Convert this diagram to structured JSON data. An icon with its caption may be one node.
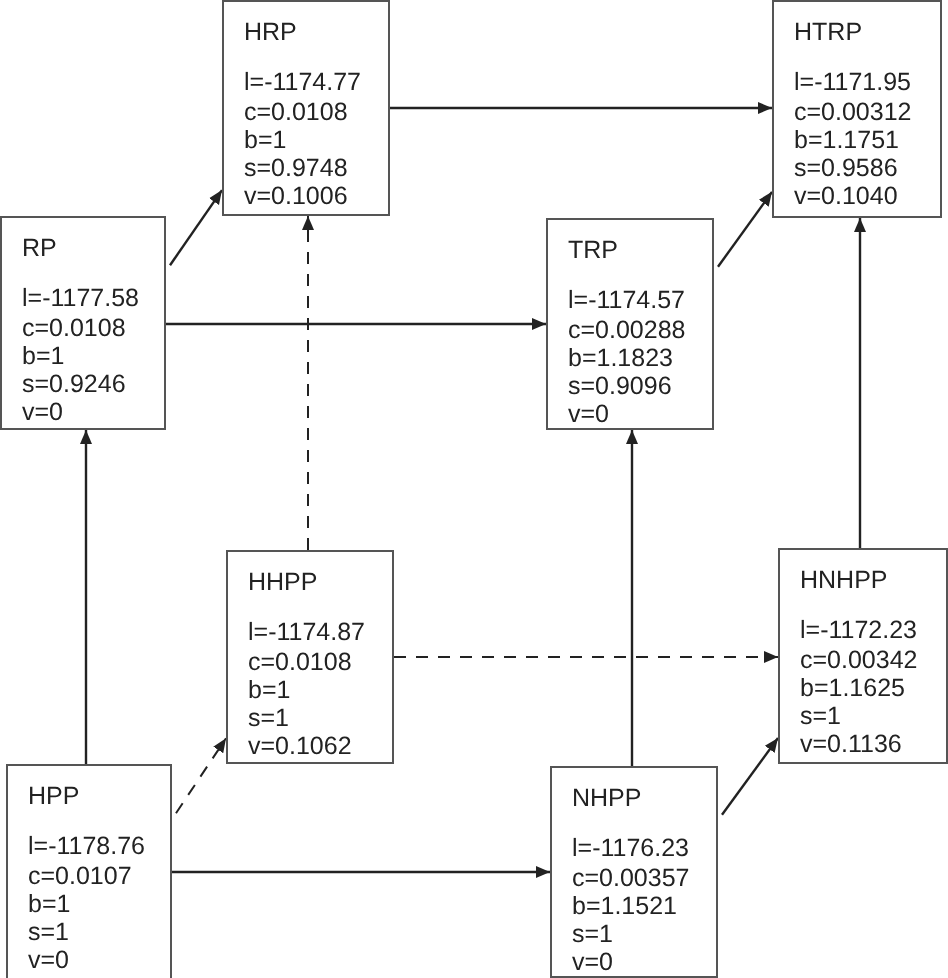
{
  "diagram": {
    "nodes": [
      {
        "text": [
          "HRP",
          "l=-1174.77 c=0.0108 b=1 s=0.9748 v=0.1006"
        ]
      },
      {
        "text": [
          "HTRP",
          "l=-1171.95 c=0.00312 b=1.1751 s=0.9586 v=0.1040"
        ]
      },
      {
        "text": [
          "RP",
          "l=-1177.58 c=0.0108 b=1 s=0.9246 v=0"
        ]
      },
      {
        "text": [
          "TRP",
          "l=-1174.57 c=0.00288 b=1.1823 s=0.9096 v=0"
        ]
      },
      {
        "text": [
          "HHPP",
          "l=-1174.87 c=0.0108 b=1 s=1 v=0.1062"
        ]
      },
      {
        "text": [
          "HNHPP",
          "l=-1172.23 c=0.00342 b=1.1625 s=1 v=0.1136"
        ]
      },
      {
        "text": [
          "HPP",
          "l=-1178.76 c=0.0107 b=1 s=1 v=0"
        ]
      },
      {
        "text": [
          "NHPP",
          "l=-1176.23 c=0.00357 b=1.1521 s=1 v=0"
        ]
      }
    ],
    "edges": [
      {
        "from": 2,
        "to": 0,
        "arrow": "to"
      },
      {
        "from": 0,
        "to": 1,
        "arrow": "to"
      },
      {
        "from": 2,
        "to": 3,
        "arrow": "to"
      },
      {
        "from": 3,
        "to": 1,
        "arrow": "to"
      },
      {
        "from": 6,
        "to": 2,
        "arrow": "to"
      },
      {
        "from": 4,
        "to": 0,
        "arrow": "to",
        "style": "dashed"
      },
      {
        "from": 6,
        "to": 4,
        "arrow": "to",
        "style": "dashed"
      },
      {
        "from": 4,
        "to": 5,
        "arrow": "to",
        "style": "dashed"
      },
      {
        "from": 6,
        "to": 7,
        "arrow": "to"
      },
      {
        "from": 7,
        "to": 3,
        "arrow": "to"
      },
      {
        "from": 5,
        "to": 1,
        "arrow": "to"
      },
      {
        "from": 7,
        "to": 5,
        "arrow": "to"
      }
    ]
  }
}
